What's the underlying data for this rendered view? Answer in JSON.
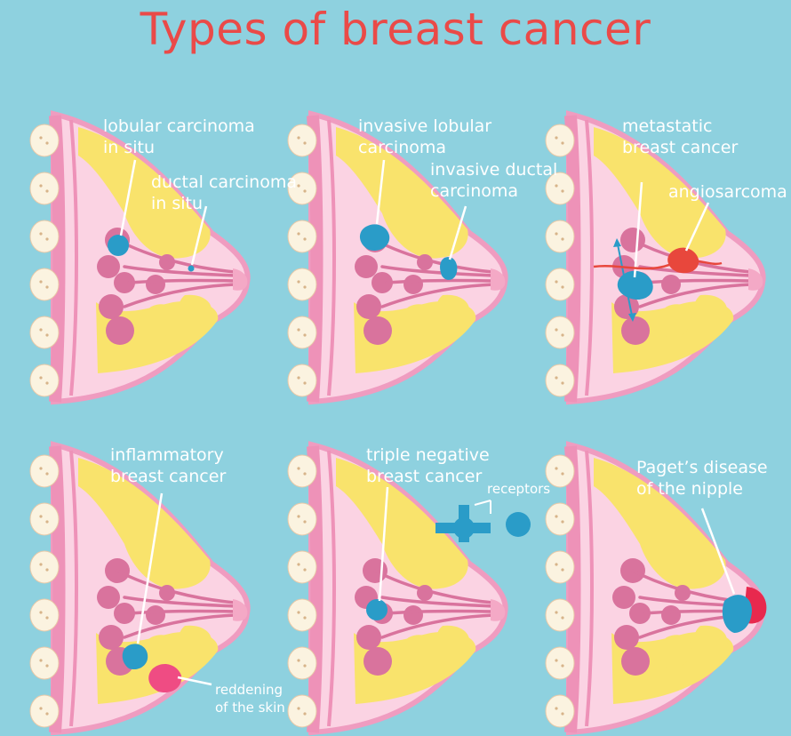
{
  "title": "Types of breast cancer",
  "colors": {
    "background": "#8ed1df",
    "title": "#ea4a48",
    "skin": "#fbd3e3",
    "outline": "#ef9cc0",
    "fat": "#f9e36c",
    "lobules": "#d9739d",
    "rib": "#fbf3e0",
    "tumor": "#2a9cc8",
    "angiosarcoma": "#e8473c",
    "reddening": "#ef4c83"
  },
  "panels": [
    {
      "labels": [
        "lobular carcinoma\nin situ",
        "ductal carcinoma\nin situ"
      ]
    },
    {
      "labels": [
        "invasive lobular\ncarcinoma",
        "invasive ductal\ncarcinoma"
      ]
    },
    {
      "labels": [
        "metastatic\nbreast cancer",
        "angiosarcoma"
      ]
    },
    {
      "labels": [
        "inflammatory\nbreast cancer",
        "reddening\nof the skin"
      ]
    },
    {
      "labels": [
        "triple negative\nbreast cancer",
        "receptors"
      ]
    },
    {
      "labels": [
        "Paget’s disease\nof the nipple"
      ]
    }
  ]
}
